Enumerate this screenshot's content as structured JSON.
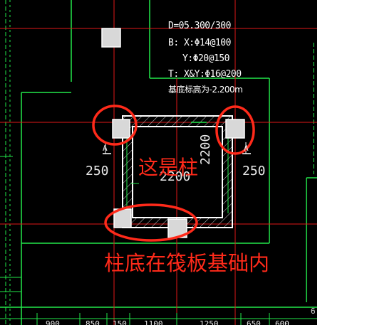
{
  "spec": {
    "line1": "D=05.300/300",
    "line2": "B: X:Φ14@100",
    "line3": "Y:Φ20@150",
    "line4": "T: X&Y:Φ16@200",
    "line5": "基底标高为-2.200m"
  },
  "dims": {
    "left": "250",
    "right": "250",
    "width": "2200",
    "height": "2200",
    "bottom_1": "900",
    "bottom_2": "850",
    "bottom_3": "150",
    "bottom_4": "1100",
    "bottom_5": "1250",
    "bottom_6": "650",
    "bottom_7": "600",
    "edge": "6"
  },
  "section_marks": {
    "left": "A",
    "right": "A"
  },
  "annotations": {
    "column": "这是柱",
    "column_base": "柱底在筏板基础内"
  },
  "colors": {
    "background": "#000000",
    "grid_red": "#e01818",
    "line_green": "#22e84a",
    "wall_white": "#ffffff",
    "column_fill": "#d8d8d8",
    "annotation_red": "#ff2a1a"
  }
}
